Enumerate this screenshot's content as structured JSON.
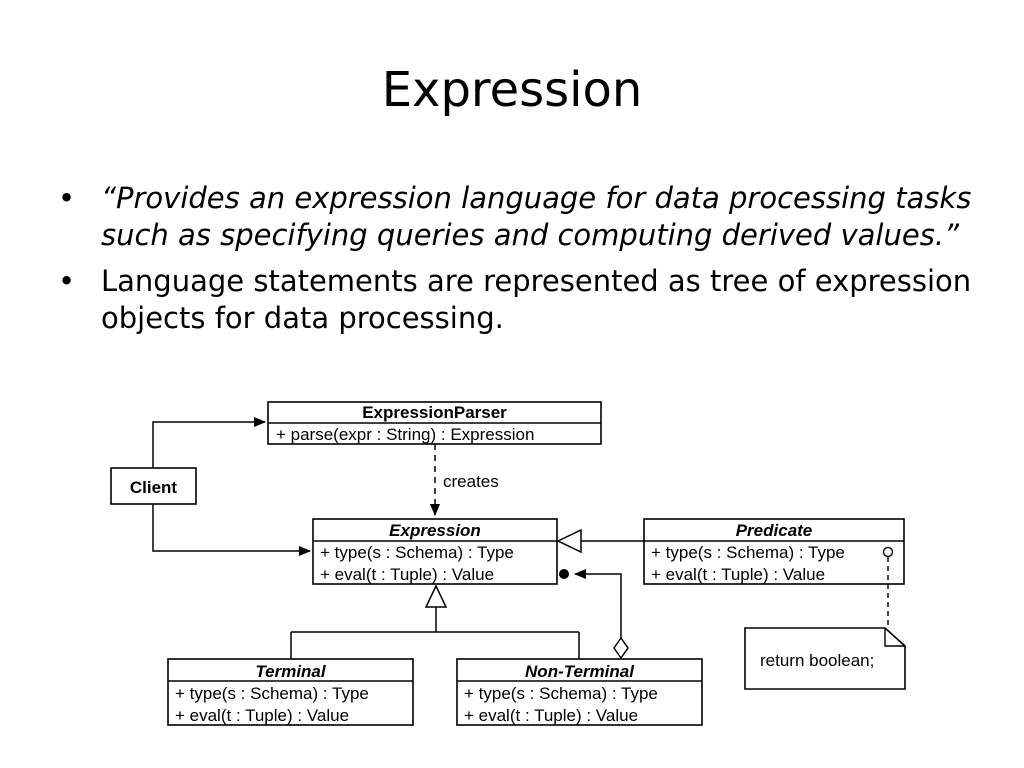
{
  "slide": {
    "title": "Expression",
    "bullets": [
      {
        "text": "“Provides an expression language for data processing tasks such as specifying queries and computing derived values.”"
      },
      {
        "text": "Language statements are represented as tree of expression objects for data processing."
      }
    ]
  },
  "diagram": {
    "client": "Client",
    "parser": {
      "name": "ExpressionParser",
      "members": [
        "+ parse(expr : String) : Expression"
      ]
    },
    "creates_label": "creates",
    "expression": {
      "name": "Expression",
      "members": [
        "+ type(s : Schema) : Type",
        "+ eval(t : Tuple) : Value"
      ]
    },
    "predicate": {
      "name": "Predicate",
      "members": [
        "+ type(s : Schema) : Type",
        "+ eval(t : Tuple) : Value"
      ]
    },
    "terminal": {
      "name": "Terminal",
      "members": [
        "+ type(s : Schema) : Type",
        "+ eval(t : Tuple) : Value"
      ]
    },
    "nonterminal": {
      "name": "Non-Terminal",
      "members": [
        "+ type(s : Schema) : Type",
        "+ eval(t : Tuple) : Value"
      ]
    },
    "note": "return boolean;"
  }
}
